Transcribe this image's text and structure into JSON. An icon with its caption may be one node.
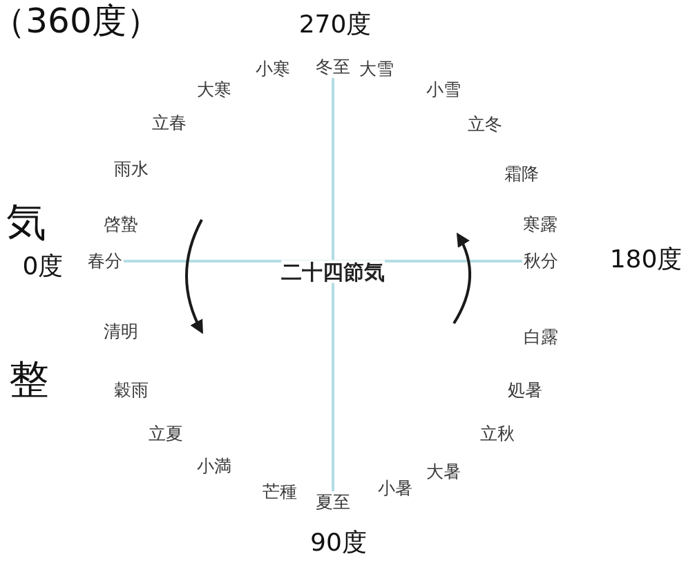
{
  "diagram": {
    "title": "二十四節気",
    "nodes": [
      {
        "text": [
          "冬至"
        ]
      },
      {
        "text": [
          "大雪"
        ]
      },
      {
        "text": [
          "小雪"
        ]
      },
      {
        "text": [
          "立冬"
        ]
      },
      {
        "text": [
          "霜降"
        ]
      },
      {
        "text": [
          "寒露"
        ]
      },
      {
        "text": [
          "秋分"
        ]
      },
      {
        "text": [
          "白露"
        ]
      },
      {
        "text": [
          "処暑"
        ]
      },
      {
        "text": [
          "立秋"
        ]
      },
      {
        "text": [
          "大暑"
        ]
      },
      {
        "text": [
          "小暑"
        ]
      },
      {
        "text": [
          "夏至"
        ]
      },
      {
        "text": [
          "芒種"
        ]
      },
      {
        "text": [
          "小満"
        ]
      },
      {
        "text": [
          "立夏"
        ]
      },
      {
        "text": [
          "穀雨"
        ]
      },
      {
        "text": [
          "清明"
        ]
      },
      {
        "text": [
          "春分"
        ]
      },
      {
        "text": [
          "啓蟄"
        ]
      },
      {
        "text": [
          "雨水"
        ]
      },
      {
        "text": [
          "立春"
        ]
      },
      {
        "text": [
          "大寒"
        ]
      },
      {
        "text": [
          "小寒"
        ]
      }
    ],
    "edges": [
      {
        "from": 18,
        "to": 6,
        "arrow": "none"
      },
      {
        "from": 0,
        "to": 12,
        "arrow": "none"
      }
    ],
    "labels": [
      "（360度）",
      "270度",
      "気",
      "0度",
      "180度",
      "整",
      "90度"
    ]
  }
}
